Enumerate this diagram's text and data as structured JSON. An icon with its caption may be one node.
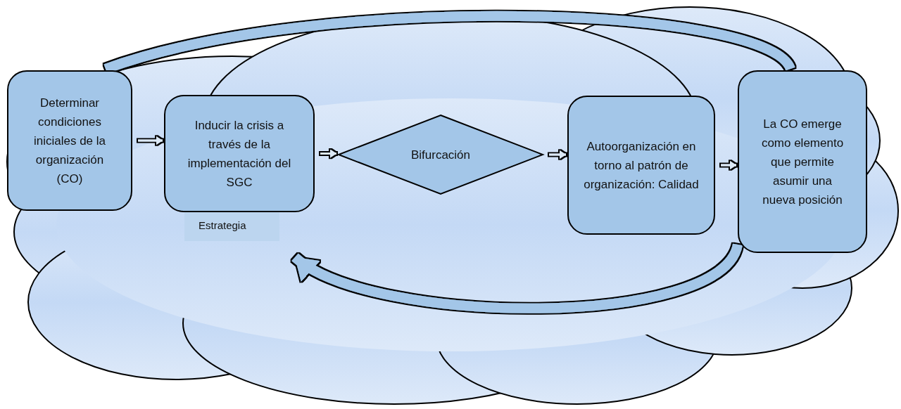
{
  "diagram": {
    "nodes": [
      {
        "text": [
          "Determinar condiciones iniciales de la organización (CO)"
        ]
      },
      {
        "text": [
          "Inducir la crisis a través de la implementación del SGC"
        ],
        "beside": [
          "Estrategia"
        ]
      },
      {
        "text": [
          "Bifurcación"
        ]
      },
      {
        "text": [
          "Autoorganización en torno al patrón de organización: Calidad"
        ]
      },
      {
        "text": [
          "La CO emerge como elemento que permite asumir una nueva posición"
        ]
      }
    ],
    "edges": [
      {
        "from": 0,
        "to": 1,
        "arrow": "to"
      },
      {
        "from": 1,
        "to": 2,
        "arrow": "to"
      },
      {
        "from": 2,
        "to": 3,
        "arrow": "to"
      },
      {
        "from": 3,
        "to": 4,
        "arrow": "to"
      },
      {
        "from": 4,
        "to": 0,
        "arrow": "none",
        "style": "thick"
      },
      {
        "from": 4,
        "to": 1,
        "arrow": "to",
        "style": "thick"
      }
    ]
  }
}
